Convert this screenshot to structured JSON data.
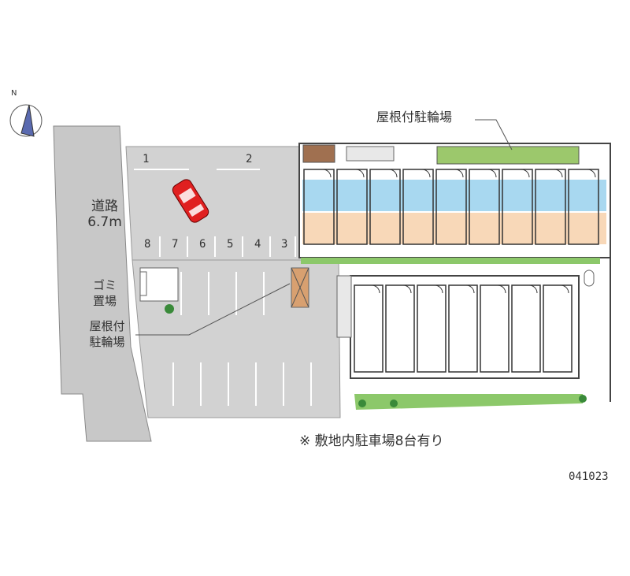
{
  "labels": {
    "road_line1": "道路",
    "road_line2": "6.7m",
    "garbage_line1": "ゴミ",
    "garbage_line2": "置場",
    "bike_left_line1": "屋根付",
    "bike_left_line2": "駐輪場",
    "bike_top": "屋根付駐輪場",
    "note": "※ 敷地内駐車場8台有り",
    "code": "041023",
    "north": "N"
  },
  "parking_spots": [
    "1",
    "2",
    "3",
    "4",
    "5",
    "6",
    "7",
    "8"
  ],
  "colors": {
    "road": "#c8c8c8",
    "lot": "#d0d0d0",
    "building_blue": "#a8d8f0",
    "building_orange": "#f8d8b8",
    "grass": "#8cc86a",
    "car": "#e02020",
    "wall": "#333333"
  }
}
